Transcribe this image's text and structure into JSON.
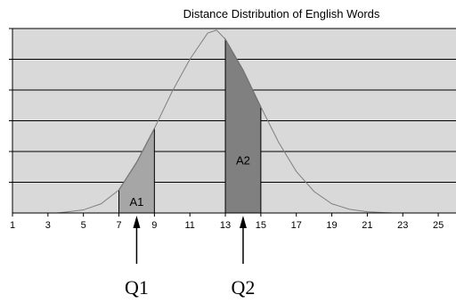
{
  "chart_data": {
    "type": "area",
    "title": "Distance Distribution of English Words",
    "xlabel": "",
    "ylabel": "",
    "xlim": [
      1,
      26
    ],
    "ylim": [
      0,
      6
    ],
    "x_ticks": [
      1,
      3,
      5,
      7,
      9,
      11,
      13,
      15,
      17,
      19,
      21,
      23,
      25
    ],
    "y_gridlines": [
      1,
      2,
      3,
      4,
      5,
      6
    ],
    "grid": true,
    "background_color": "#d9d9d9",
    "curve_color": "#808080",
    "series": [
      {
        "x": [
          3.5,
          4,
          5,
          6,
          7,
          8,
          9,
          10,
          11,
          12,
          12.5,
          13,
          14,
          15,
          16,
          17,
          18,
          19,
          20,
          21,
          22,
          22.5
        ],
        "y": [
          0.0,
          0.03,
          0.1,
          0.3,
          0.75,
          1.65,
          2.75,
          3.95,
          5.0,
          5.85,
          5.95,
          5.65,
          4.65,
          3.45,
          2.3,
          1.35,
          0.7,
          0.3,
          0.12,
          0.04,
          0.01,
          0.0
        ]
      }
    ],
    "regions": [
      {
        "label": "A1",
        "x_start": 7,
        "x_end": 9,
        "color": "#a6a6a6"
      },
      {
        "label": "A2",
        "x_start": 13,
        "x_end": 15,
        "color": "#808080"
      }
    ],
    "markers": [
      {
        "label": "Q1",
        "x": 8
      },
      {
        "label": "Q2",
        "x": 14
      }
    ]
  }
}
